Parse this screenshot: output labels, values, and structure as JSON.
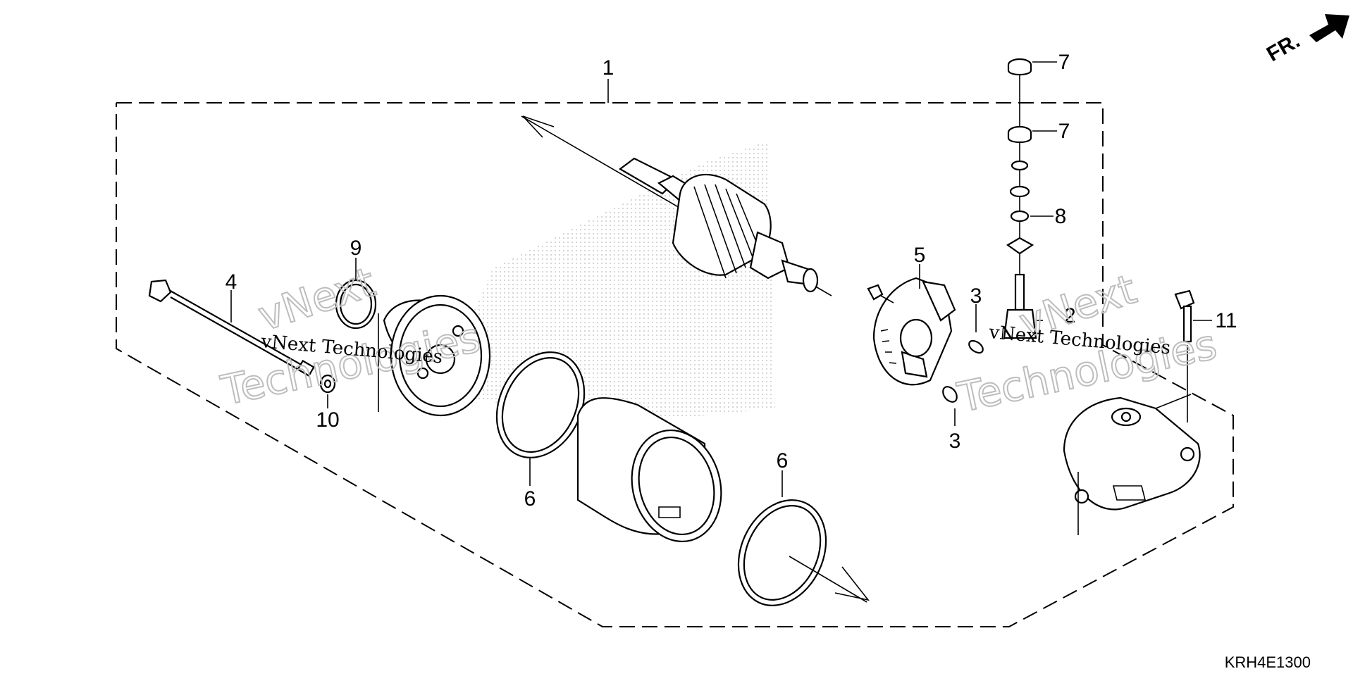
{
  "callouts": [
    {
      "id": "1",
      "label": "1"
    },
    {
      "id": "2",
      "label": "2"
    },
    {
      "id": "3a",
      "label": "3"
    },
    {
      "id": "3b",
      "label": "3"
    },
    {
      "id": "4",
      "label": "4"
    },
    {
      "id": "5",
      "label": "5"
    },
    {
      "id": "6a",
      "label": "6"
    },
    {
      "id": "6b",
      "label": "6"
    },
    {
      "id": "7a",
      "label": "7"
    },
    {
      "id": "7b",
      "label": "7"
    },
    {
      "id": "8",
      "label": "8"
    },
    {
      "id": "9",
      "label": "9"
    },
    {
      "id": "10",
      "label": "10"
    },
    {
      "id": "11",
      "label": "11"
    }
  ],
  "watermark": {
    "line1": "vNext Technologies",
    "outline_top": "vNext",
    "outline_bottom": "Technologies"
  },
  "front_indicator": "FR.",
  "diagram_code": "KRH4E1300"
}
